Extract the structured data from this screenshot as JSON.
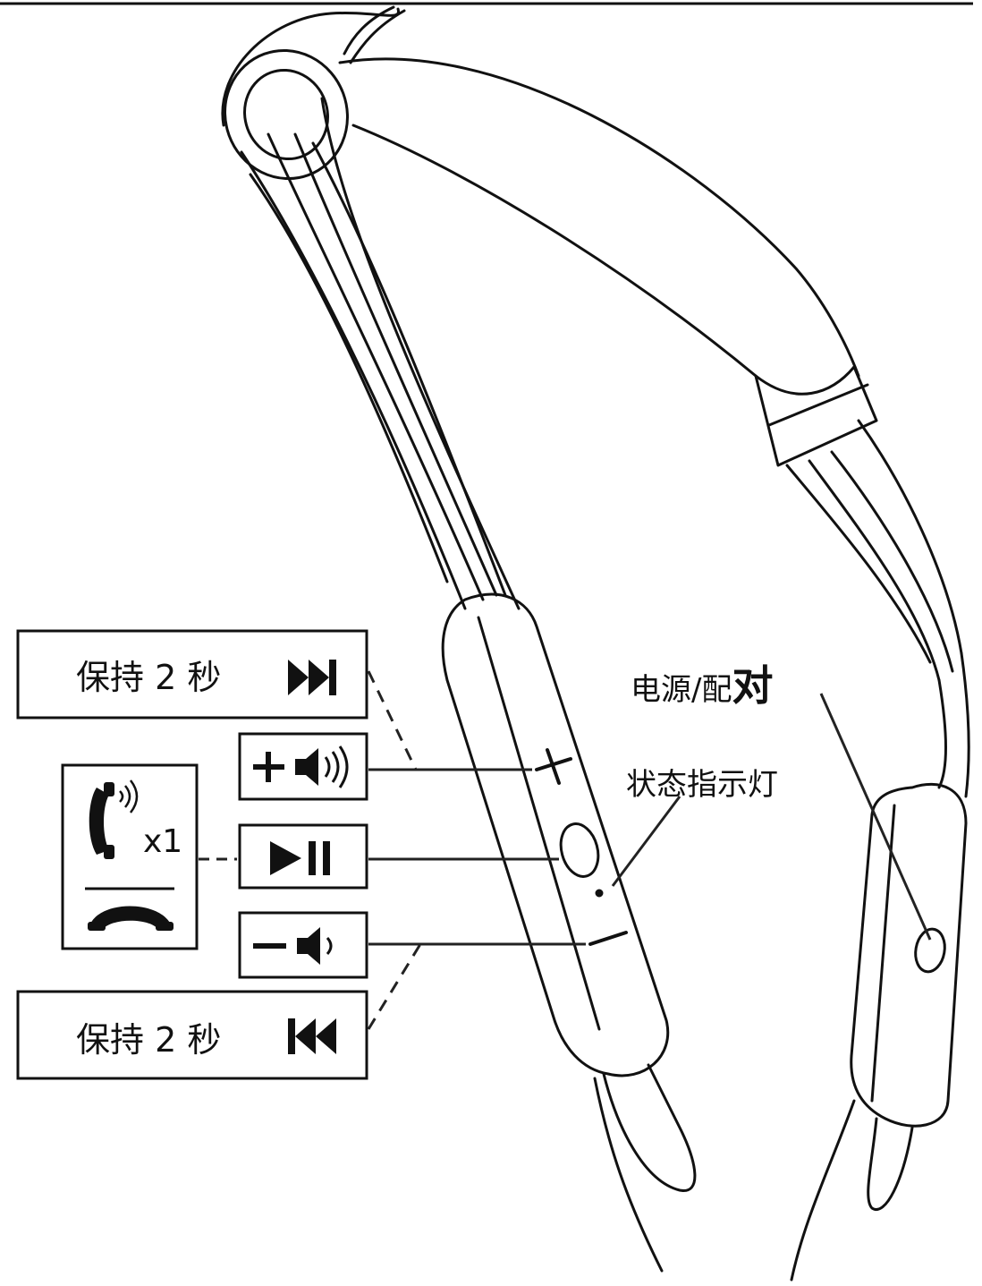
{
  "labels": {
    "hold_next": "保持 2 秒",
    "hold_prev": "保持 2 秒",
    "call_count": "x1",
    "power_pairing_prefix": "电源/配",
    "power_pairing_emph": "对",
    "status_light": "状态指示灯"
  },
  "icons": {
    "next_track": "next-track-icon",
    "volume_up": "volume-up-icon",
    "play_pause": "play-pause-icon",
    "volume_down": "volume-down-icon",
    "prev_track": "previous-track-icon",
    "incoming_call": "phone-ring-icon",
    "hang_up": "phone-hangup-icon"
  }
}
